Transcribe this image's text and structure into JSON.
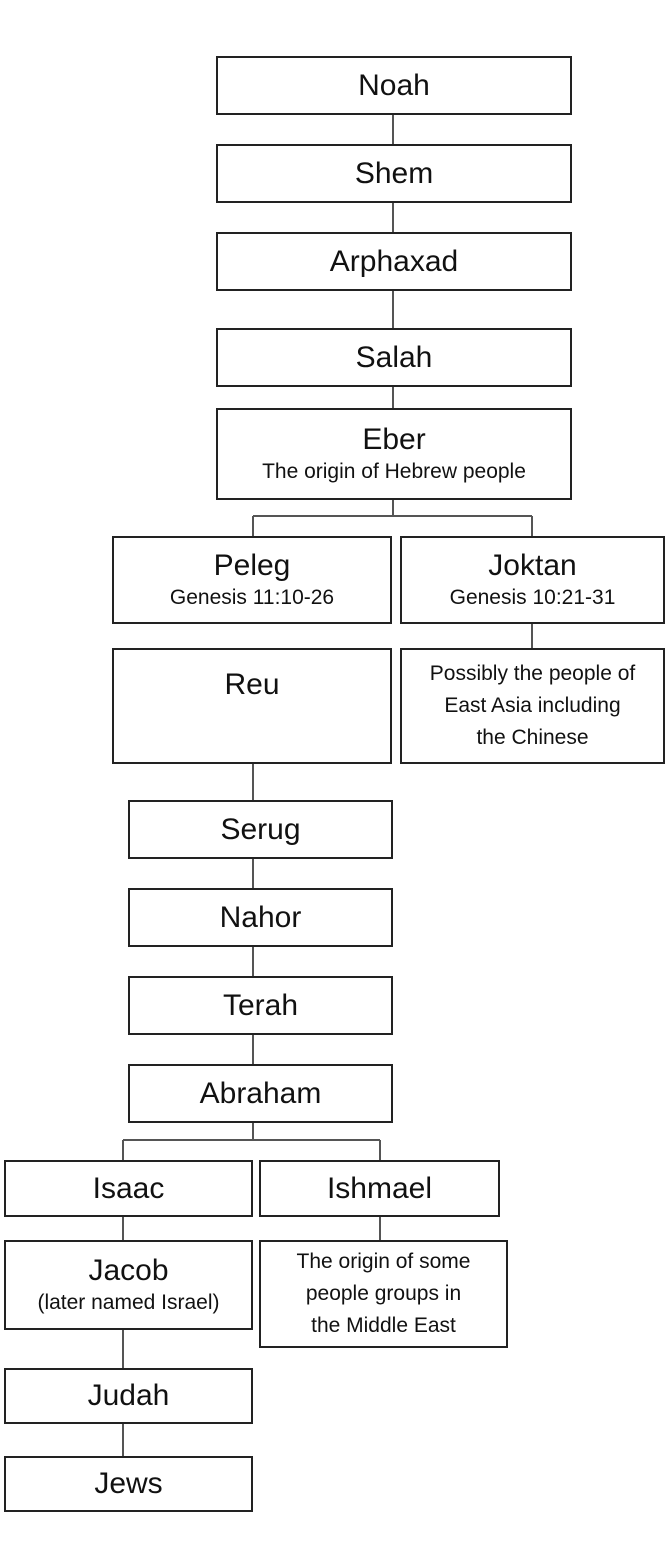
{
  "nodes": {
    "noah": {
      "title": "Noah"
    },
    "shem": {
      "title": "Shem"
    },
    "arphaxad": {
      "title": "Arphaxad"
    },
    "salah": {
      "title": "Salah"
    },
    "eber": {
      "title": "Eber",
      "subtitle": "The origin of Hebrew people"
    },
    "peleg": {
      "title": "Peleg",
      "subtitle": "Genesis 11:10-26"
    },
    "joktan": {
      "title": "Joktan",
      "subtitle": "Genesis 10:21-31"
    },
    "joktan_note": {
      "lines": [
        "Possibly the people of",
        "East Asia including",
        "the Chinese"
      ]
    },
    "reu": {
      "title": "Reu"
    },
    "serug": {
      "title": "Serug"
    },
    "nahor": {
      "title": "Nahor"
    },
    "terah": {
      "title": "Terah"
    },
    "abraham": {
      "title": "Abraham"
    },
    "isaac": {
      "title": "Isaac"
    },
    "ishmael": {
      "title": "Ishmael"
    },
    "jacob": {
      "title": "Jacob",
      "subtitle": "(later named Israel)"
    },
    "ishmael_note": {
      "lines": [
        "The origin of some",
        "people groups in",
        "the Middle East"
      ]
    },
    "judah": {
      "title": "Judah"
    },
    "jews": {
      "title": "Jews"
    }
  }
}
